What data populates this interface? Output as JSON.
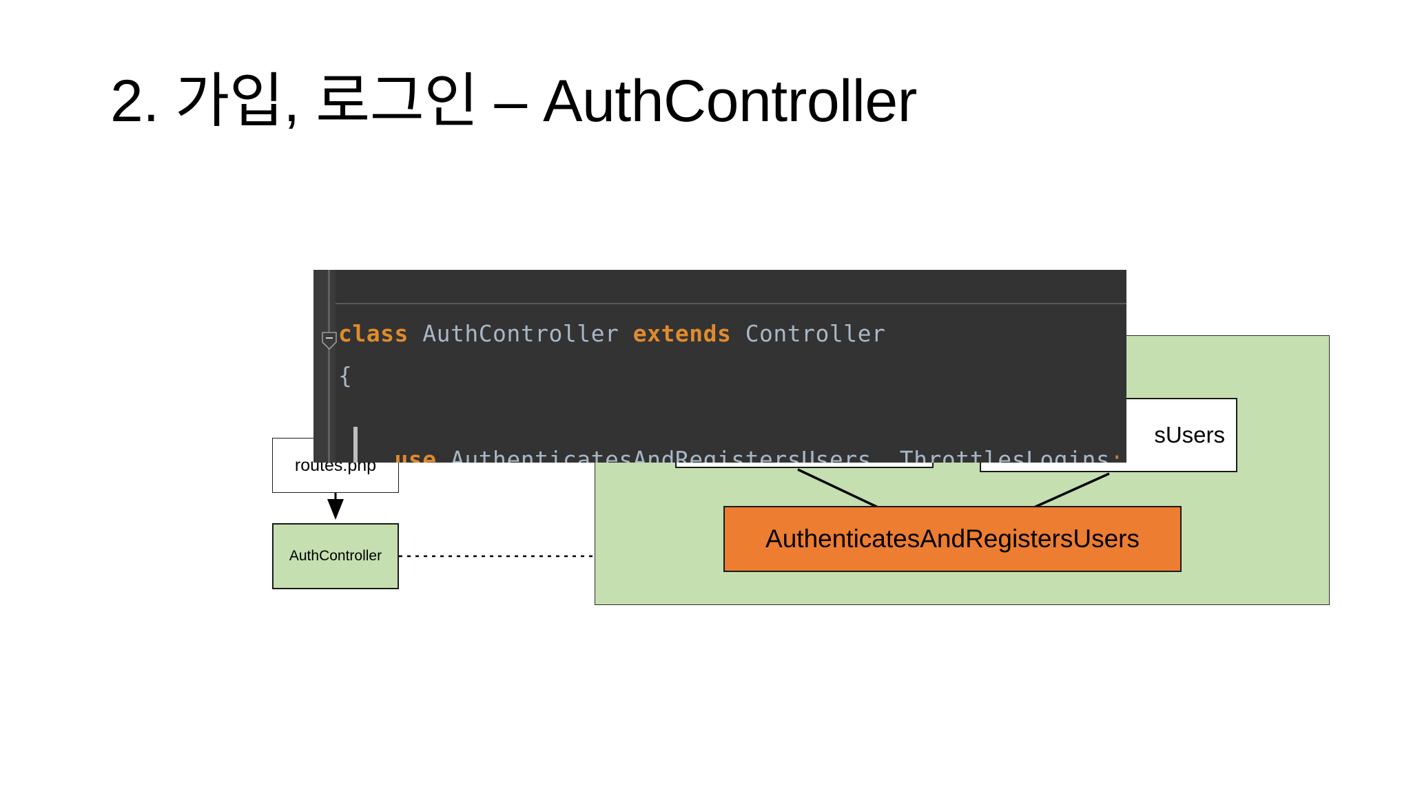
{
  "slide": {
    "title": "2. 가입, 로그인 – AuthController"
  },
  "code_editor": {
    "language": "php",
    "fold_marker": "collapse-minus",
    "lines": [
      {
        "tokens": [
          {
            "text": "class ",
            "type": "keyword"
          },
          {
            "text": "AuthController ",
            "type": "plain"
          },
          {
            "text": "extends ",
            "type": "keyword"
          },
          {
            "text": "Controller",
            "type": "plain"
          }
        ]
      },
      {
        "tokens": [
          {
            "text": "{",
            "type": "plain"
          }
        ]
      },
      {
        "tokens": []
      },
      {
        "tokens": [
          {
            "text": "    use ",
            "type": "keyword"
          },
          {
            "text": "AuthenticatesAndRegistersUsers",
            "type": "plain"
          },
          {
            "text": ",",
            "type": "punct"
          },
          {
            "text": " ThrottlesLogins",
            "type": "plain"
          },
          {
            "text": ";",
            "type": "punct"
          }
        ]
      }
    ],
    "plain_text": "class AuthController extends Controller\n{\n\n    use AuthenticatesAndRegistersUsers, ThrottlesLogins;"
  },
  "diagram": {
    "nodes": [
      {
        "id": "routes",
        "label": "routes.php",
        "fill": "#FFFFFF",
        "shape": "rect"
      },
      {
        "id": "authcontroller",
        "label": "AuthController",
        "fill": "#C5DFB0",
        "shape": "rect"
      },
      {
        "id": "trait",
        "label": "AuthenticatesAndRegistersUsers",
        "fill": "#ED7D31",
        "shape": "rect"
      },
      {
        "id": "partial_left",
        "label": "",
        "fill": "#FFFFFF",
        "shape": "rect"
      },
      {
        "id": "partial_right",
        "label": "sUsers",
        "fill": "#FFFFFF",
        "shape": "rect"
      }
    ],
    "container": {
      "id": "group",
      "label": "",
      "fill": "#C5DFB0"
    },
    "edges": [
      {
        "from": "routes",
        "to": "authcontroller",
        "style": "solid-arrow"
      },
      {
        "from": "authcontroller",
        "to": "trait",
        "style": "dashed"
      },
      {
        "from": "partial_left",
        "to": "trait",
        "style": "solid-arrow"
      },
      {
        "from": "partial_right",
        "to": "trait",
        "style": "solid-arrow"
      }
    ]
  },
  "colors": {
    "green_fill": "#C5DFB0",
    "orange_fill": "#ED7D31",
    "editor_bg": "#333333",
    "editor_text": "#A9B7C6",
    "editor_keyword": "#E08B2E",
    "outline": "#1A1A1A"
  }
}
